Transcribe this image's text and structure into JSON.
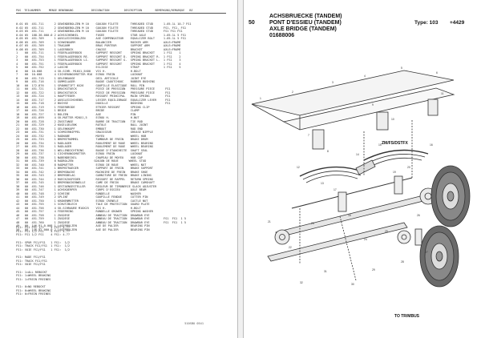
{
  "left": {
    "header": "POS  TEILNUMMER     MENGE BENENNUNG           DESIGNATION         DESCRIPTION        BEMERKUNG/REMARQUE   BZ",
    "rows": [
      "0.01 05  451.711      2 GEWINDEBOLZEN M 10    GOUJON FILETE       THREADED STUD      1-05.1L 10-7 FS1",
      "0.02 05  451.711      2 GEWINDEBOLZEN M 10    GOUJON FILETE       THREADED STUD      FS1, FS1, FS1",
      "0.03 05  451.711      2 GEWINDEBOLZEN M 10    GOUJON FILETE       THREADED STUD      FS1 FS1 FS1",
      "0.04 05  188.30.000.0 2 ACHSSCHENKEL          FUSEE               STUB AXLE          1-05.1L 5 FS1",
      "0.05 05  451.709      1 AUSGLEICHSBOLZEN      AXE COMPENSATEUR    EQUALIZER BOLT     1-05.1L 5 FS1",
      "0.06 05  451.709      1 SCHWINGARM            BALANCIER           ROCKER ARM         AXLE=FRAME",
      "0.07 05  451.709      1 TRAGARM               BRAS PORTEUR        SUPPORT ARM        AXLE=FRAME",
      "0.08 05  451.709      1 LAGERBOCK             CHAISE              BRACKET            AXLE=FRAME",
      "1    00  451.711      1 FEDERLAGERBOCK        SUPPORT RESSORT     SPRING BRACKET     1 FS1    1",
      "2    00  451.754      1 FEDERLAGERBOCK RE.    SUPPORT RESSORT D.  SPRING BRACKET R.  1 FS1    2",
      "3    00  451.753      1 FEDERLAGERBOCK LI.    SUPPORT RESSORT G.  SPRING BRACKET L.  1 FS1    3",
      "4    00  451.751      1 FEDERLAGERBOCK        SUPPORT RESSORT     SPRING BRACKET     1 FS1    4",
      "5    00  451.752      2 LASCHE                ECLISSE             STRAP              1 FS1    5",
      "6    00  10.608       4 SK-SCHR. M16X1,5X60   VIS H.              H.BOLT",
      "7    00  10.608       4 SICHERUNGSMUTTER M16  ECROU FREIN         LOCKNUT",
      "8    00  451.715      1 GELENKAUGE            OEIL ARTICULE       JOINT EYE",
      "9    00  451.716      1 GUMMILAGER            BAGUE CAOUTCHOUC    RUBBER BUSHING",
      "10   00  172.876      1 SPANNSTIFT 6X26       GOUPILLE ELASTIQUE  ROLL PIN",
      "11   00  451.721      1 DRUCKSTUECK           PIECE DE PRESSION   PRESSURE PIECE      FS1",
      "12   00  451.722      1 DRUCKSTUECK           PIECE DE PRESSION   PRESSURE PIECE      FS1",
      "13   00  451.724      1 HAUPTFEDER            RESSORT PRINCIPAL   MAIN SPRING         FS1",
      "14   00  451.717      2 AUSGLEICHSHEBEL       LEVIER EQUILIBRAGE  EQUALIZER LEVER     FS1",
      "15   00  451.718      2 BUCHSE                DOUILLE             BUSHING             FS1",
      "16   00  451.719      1 FEDERBRIDE            ETRIER RESSORT      SPRING CLIP",
      "17   00  451.726      1 BRIDE                 BRIDE               CLAMP",
      "18   00  451.727      1 BOLZEN                AXE                 PIN",
      "19   00  451.699      4 SK-MUTTER M20X1,5     ECROU H.            H.NUT",
      "20   00  451.728      2 ZUGSTANGE             BARRE DE TRACTION   TIE ROD",
      "21   00  451.729      2 KUGELGELENK           ROTULE              BALL JOINT",
      "22   00  451.730      1 GELENKKOPF            EMBOUT              ROD END",
      "23   00  451.731      1 SCHMIERNIPPEL         GRAISSEUR           GREASE NIPPLE",
      "24   00  451.732      1 RADNABE               MOYEU               WHEEL HUB",
      "25   00  451.733      1 BREMSTROMMEL          TAMBOUR DE FREIN    BRAKE DRUM",
      "26   00  451.734      1 RADLAGER              ROULEMENT DE ROUE   WHEEL BEARING",
      "27   00  451.735      1 RADLAGER              ROULEMENT DE ROUE   WHEEL BEARING",
      "28   00  451.736      1 WELLENDICHTRING       BAGUE D'ETANCHEITE  SHAFT SEAL",
      "29   00  451.737      1 SICHERUNGSMUTTER      ECROU FREIN         LOCKNUT",
      "30   00  451.738      1 NABENDECKEL           CHAPEAU DE MOYEU    HUB CAP",
      "31   00  451.739      8 RADBOLZEN            GOUJON DE ROUE      WHEEL STUD",
      "32   00  451.740      8 RADMUTTER             ECROU DE ROUE       WHEEL NUT",
      "33   00  451.741      1 BREMSTRAEGER          SUPPORT DE FREIN    BRAKE SUPPORT",
      "34   00  451.742      2 BREMSBACKE            MACHOIRE DE FREIN   BRAKE SHOE",
      "35   00  451.743      2 BREMSBELAG            GARNITURE DE FREIN  BRAKE LINING",
      "36   00  451.744      2 RUECKZUGFEDER         RESSORT DE RAPPEL   RETURN SPRING",
      "37   00  451.745      1 BREMSNOCKENWELLE      CAME DE FREIN       BRAKE CAMSHAFT",
      "38   00  451.746      1 GESTAENGESTELLER      REGLEUR DE TIMONERIE SLACK ADJUSTER",
      "39   00  451.747      1 ACHSKOERPER           CORPS D'ESSIEU      AXLE BEAM",
      "40   00  451.748      2 SCHEIBE               RONDELLE            WASHER",
      "41   00  451.749      2 SPLINT                GOUPILLE FENDUE     COTTER PIN",
      "42   00  451.750      1 KRONENMUTTER          ECROU CRENELE       CASTLE NUT",
      "43   00  451.755      1 SCHUTZBLECH           TOLE DE PROTECTION  GUARD PLATE",
      "44   00  451.756      4 SK-SCHRAUBE M10X25    VIS H.              H.BOLT",
      "45   00  451.757      4 FEDERRING             RONDELLE GROWER     SPRING WASHER",
      "46   00  451.758      1 ZUGOESE               ANNEAU DE TRACTION  DRAWBAR EYE",
      "47   00  451.759      1 ZUGOESE               ANNEAU DE TRACTION  DRAWBAR EYE        FS1  FS1  1 5",
      "48   00  451.760      1 ZUGOESE               ANNEAU DE TRACTION  DRAWBAR EYE        FS1  FS1  1 5",
      "49   00  146.91.0.008 1 LAGERBOLZEN           AXE DE PALIER       BEARING PIN",
      "50   00  146.91.000.0 2 LAGERBOLZEN           AXE DE PALIER       BEARING PIN"
    ],
    "notes": [
      "FS1: FS1 FS1 1/2    4 FS1: 4-?? ",
      "FS1: FS1 1/2 FS1    4 FS1: 4-?? ",
      "FS1: FS1 1/2 FS1    4 FS1: 4-??",
      "",
      "FS1: SPUR FS1/FS1   1 FS1:  1/2 ",
      "FS1: TRACK FS1/FS1  1 FS1:  1/2 ",
      "FS1: VOIE FS1/FS1   1 FS1:  1/2",
      "",
      "FS1: RADE FS1/FS1",
      "FS1: TRACK FS1/FS1",
      "FS1: VOIE FS1/FS1",
      "",
      "FS1: 1=ALL REBOCKT",
      "FS1: 1=WHEEL BRAKING",
      "FS1: 1=FREIN FREINES",
      "",
      "FS1: 0=NO REBOCKT",
      "FS1: 0=WHEEL BRAKING",
      "FS1: 0=FREIN FREINES"
    ],
    "page_code": "510SBO 0541"
  },
  "right": {
    "title_lines": [
      "ACHSBRUECKE (TANDEM)",
      "PONT D'ESSIEU (TANDEM)",
      "AXLE BRIDGE (TANDEM)",
      "01688006"
    ],
    "section": "50",
    "type_label": "Type: 103",
    "type_number": "+4429",
    "diagram_label_a": "ZM/FS/DSTFX",
    "diagram_label_b": "TO TR/MBUS",
    "callouts": [
      "1",
      "2",
      "3",
      "4",
      "5",
      "6",
      "7",
      "8",
      "9",
      "10",
      "11",
      "12",
      "13",
      "14",
      "15",
      "16",
      "17",
      "18",
      "19",
      "20",
      "21",
      "22",
      "23",
      "24",
      "25",
      "26",
      "27",
      "28",
      "29",
      "30",
      "31",
      "32"
    ]
  },
  "colors": {
    "line": "#333333",
    "tire": "#555555"
  }
}
